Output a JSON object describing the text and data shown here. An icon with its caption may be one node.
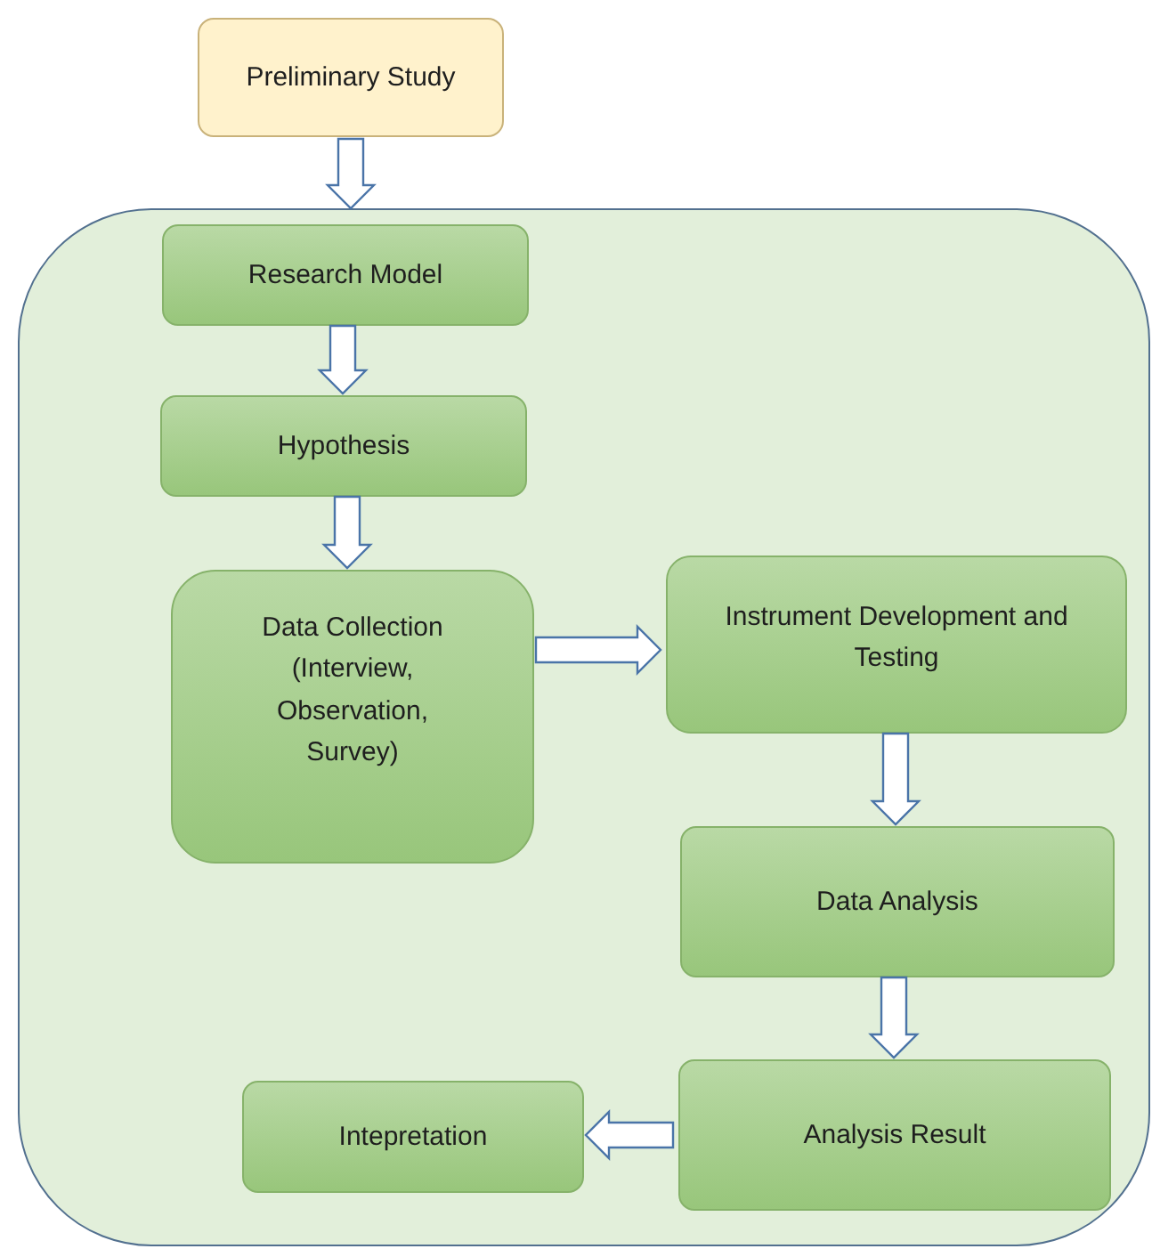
{
  "diagram": {
    "nodes": [
      {
        "text": [
          "Preliminary Study"
        ]
      },
      {
        "text": [],
        "shape": "box"
      },
      {
        "text": [
          "Research Model"
        ],
        "in": 1
      },
      {
        "text": [
          "Hypothesis"
        ],
        "in": 1
      },
      {
        "text": [
          "Data Collection (Interview, Observation, Survey)"
        ],
        "in": 1
      },
      {
        "text": [
          "Instrument Development and Testing"
        ],
        "in": 1
      },
      {
        "text": [
          "Data Analysis"
        ],
        "in": 1
      },
      {
        "text": [
          "Analysis Result"
        ],
        "in": 1
      },
      {
        "text": [
          "Intepretation"
        ],
        "in": 1
      }
    ],
    "edges": [
      {
        "from": 0,
        "to": 1,
        "arrow": "to"
      },
      {
        "from": 2,
        "to": 3,
        "arrow": "to"
      },
      {
        "from": 3,
        "to": 4,
        "arrow": "to"
      },
      {
        "from": 4,
        "to": 5,
        "arrow": "to"
      },
      {
        "from": 5,
        "to": 6,
        "arrow": "to"
      },
      {
        "from": 6,
        "to": 7,
        "arrow": "to"
      },
      {
        "from": 7,
        "to": 8,
        "arrow": "to"
      }
    ]
  }
}
